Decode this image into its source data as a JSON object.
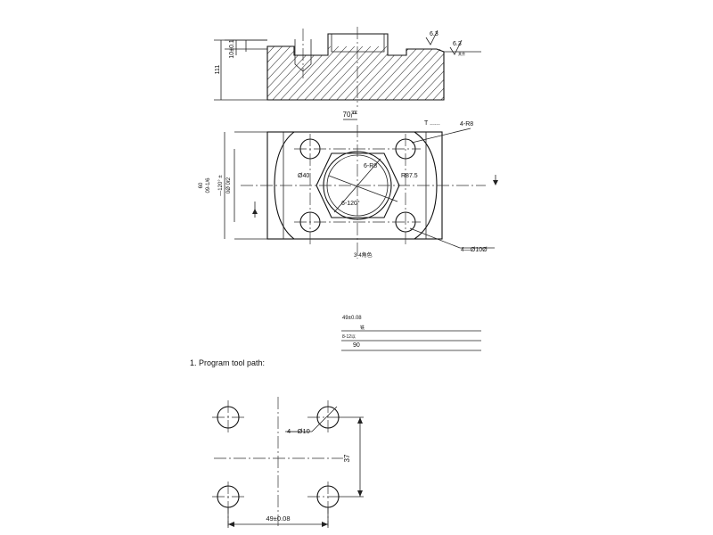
{
  "section_view": {
    "height_dim": "111",
    "depth_dim": "10±0.1",
    "roughness_1": "6.3",
    "roughness_2": "6.3",
    "roughness_note": "其余"
  },
  "plan_view": {
    "top_label": "70严",
    "t_label": "T ......",
    "corner_radius": "4-R8",
    "hole_dim": "Ø40",
    "chamfer_dim": "6-R8",
    "radius_dim": "R87.5",
    "angle_dim": "6-120°",
    "left_dim_a": "60",
    "left_dim_b": "09-1/6",
    "left_dim_c": "—120° ±",
    "left_dim_d": "0Ø 0ℓ2",
    "bottom_label": "3-4角色",
    "hole_callout": "4—Ø10Ø"
  },
  "dimension_table": {
    "row1": "49±0.08",
    "row2": "铣",
    "row3": "8-12以",
    "row4": "90"
  },
  "step_title": "1. Program tool path:",
  "tool_path": {
    "hole_callout": "4—Ø10",
    "vertical_dim": "37",
    "horizontal_dim": "49±0.08"
  }
}
